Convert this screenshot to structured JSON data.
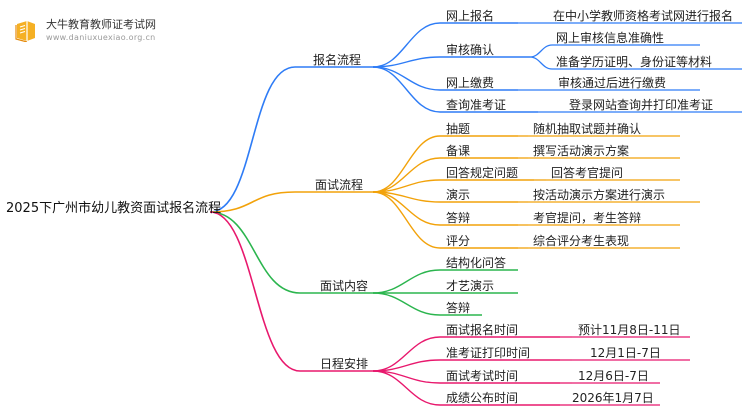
{
  "brand": {
    "name": "大牛教育教师证考试网",
    "url": "www.daniuxuexiao.org.cn"
  },
  "root": "2025下广州市幼儿教资面试报名流程",
  "colors": {
    "blue": "#2e7cf6",
    "orange": "#f2a20a",
    "green": "#2bb54e",
    "pink": "#e8186d"
  },
  "branches": [
    {
      "label": "报名流程",
      "color": "blue",
      "items": [
        {
          "label": "网上报名",
          "detail": "在中小学教师资格考试网进行报名"
        },
        {
          "label": "审核确认",
          "details": [
            "网上审核信息准确性",
            "准备学历证明、身份证等材料"
          ]
        },
        {
          "label": "网上缴费",
          "detail": "审核通过后进行缴费"
        },
        {
          "label": "查询准考证",
          "detail": "登录网站查询并打印准考证"
        }
      ]
    },
    {
      "label": "面试流程",
      "color": "orange",
      "items": [
        {
          "label": "抽题",
          "detail": "随机抽取试题并确认"
        },
        {
          "label": "备课",
          "detail": "撰写活动演示方案"
        },
        {
          "label": "回答规定问题",
          "detail": "回答考官提问"
        },
        {
          "label": "演示",
          "detail": "按活动演示方案进行演示"
        },
        {
          "label": "答辩",
          "detail": "考官提问，考生答辩"
        },
        {
          "label": "评分",
          "detail": "综合评分考生表现"
        }
      ]
    },
    {
      "label": "面试内容",
      "color": "green",
      "items": [
        {
          "label": "结构化问答"
        },
        {
          "label": "才艺演示"
        },
        {
          "label": "答辩"
        }
      ]
    },
    {
      "label": "日程安排",
      "color": "pink",
      "items": [
        {
          "label": "面试报名时间",
          "detail": "预计11月8日-11日"
        },
        {
          "label": "准考证打印时间",
          "detail": "12月1日-7日"
        },
        {
          "label": "面试考试时间",
          "detail": "12月6日-7日"
        },
        {
          "label": "成绩公布时间",
          "detail": "2026年1月7日"
        }
      ]
    }
  ]
}
